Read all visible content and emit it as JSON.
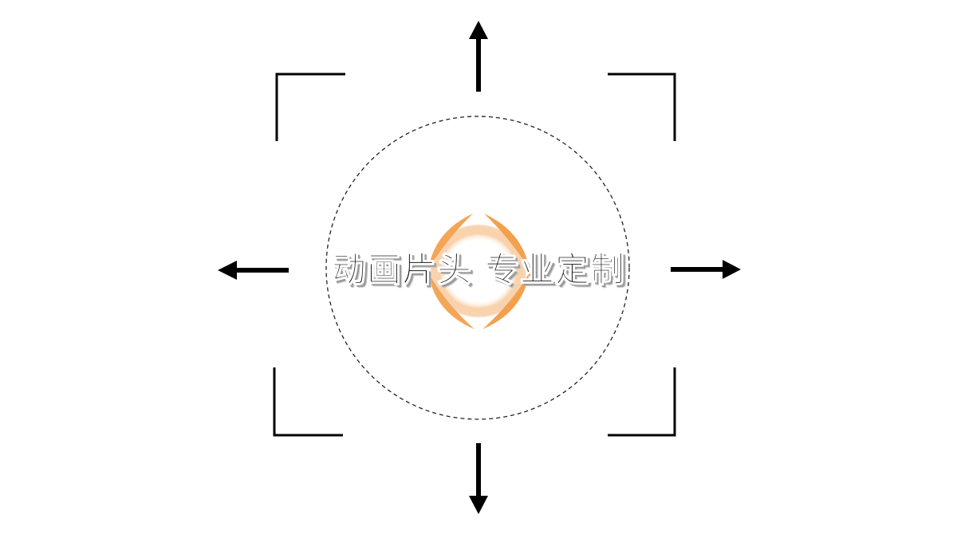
{
  "slide": {
    "title": "动画片头 专业定制",
    "background_color": "#ffffff"
  },
  "graphics": {
    "frame_corners": [
      "top-left",
      "top-right",
      "bottom-left",
      "bottom-right"
    ],
    "arrows": [
      "up",
      "down",
      "left",
      "right"
    ],
    "center_circle": "dashed-circle",
    "logo": "orange-diamond-ring-logo"
  },
  "colors": {
    "line": "#000000",
    "text": "#111111",
    "text_shadow": "#9a9a9a",
    "logo_orange": "#f08a2a",
    "logo_light": "#f7c89a",
    "dashed_circle": "#222222"
  }
}
